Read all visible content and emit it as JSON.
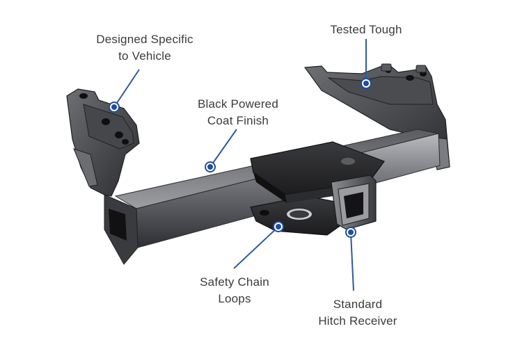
{
  "colors": {
    "callout_line": "#2c5aa0",
    "callout_dot": "#1f4e9c",
    "metal_dark": "#2b2b2d",
    "metal_mid": "#55575b",
    "metal_light": "#a7a9ad"
  },
  "callouts": {
    "designed": {
      "line1": "Designed Specific",
      "line2": "to Vehicle"
    },
    "tested": {
      "line1": "Tested Tough"
    },
    "black": {
      "line1": "Black Powered",
      "line2": "Coat Finish"
    },
    "safety": {
      "line1": "Safety Chain",
      "line2": "Loops"
    },
    "receiver": {
      "line1": "Standard",
      "line2": "Hitch Receiver"
    }
  }
}
